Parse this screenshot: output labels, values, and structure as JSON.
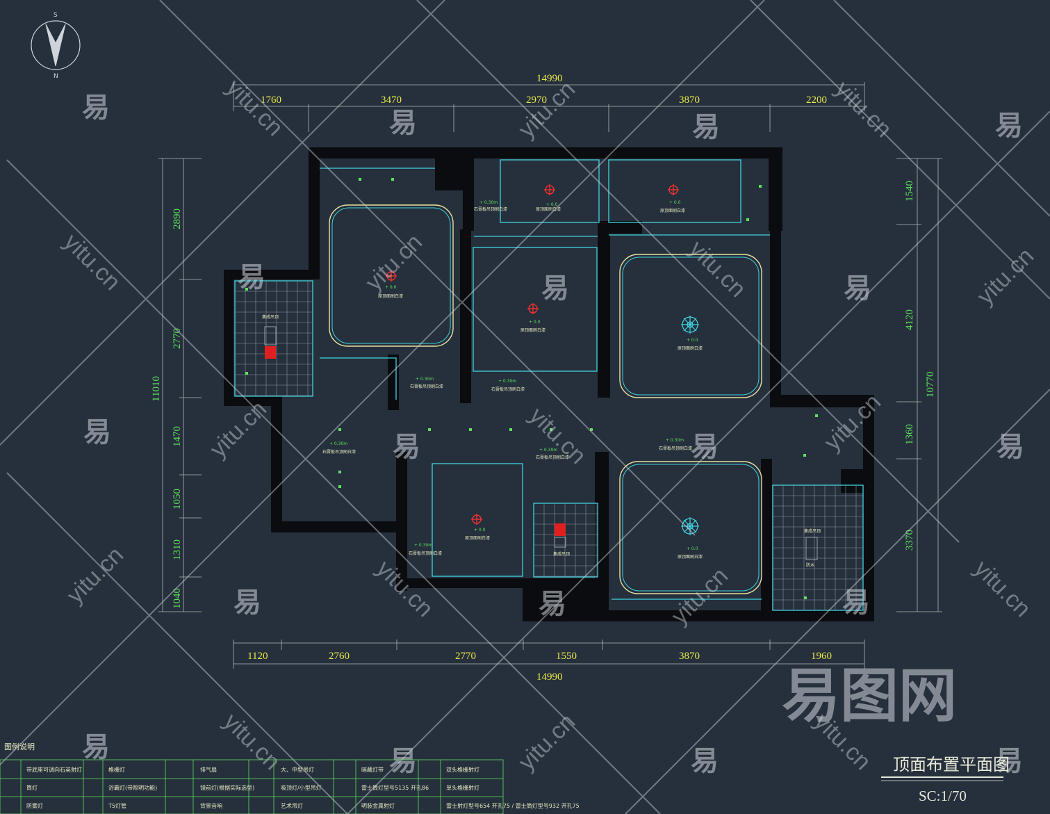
{
  "compass": {
    "north": "S",
    "south": "N"
  },
  "dimensions": {
    "top_total": "14990",
    "top": [
      "1760",
      "3470",
      "2970",
      "3870",
      "2200"
    ],
    "bottom": [
      "1120",
      "2760",
      "2770",
      "1550",
      "3870",
      "1960"
    ],
    "bottom_total": "14990",
    "left": [
      "2890",
      "2770",
      "1470",
      "1050",
      "1310",
      "1040"
    ],
    "left_total": "11010",
    "right": [
      "1540",
      "4120",
      "1360",
      "3370"
    ],
    "right_total": "10770"
  },
  "labels": {
    "heights": [
      "+ 0.30m",
      "+ 0.0",
      "+ 0.0",
      "+ 0.0",
      "+ 0.0",
      "+ 0.30m",
      "+ 0.30m",
      "+ 0.30m",
      "+ 0.30m",
      "+ 0.30m",
      "+ 0.0",
      "+ 0.0",
      "+ 0.30m",
      "+ 0.0"
    ],
    "room_notes": [
      "原顶面刷白漆",
      "原顶面刷白漆",
      "原顶面刷白漆",
      "原顶面刷白漆",
      "原顶面刷白漆",
      "原顶面刷白漆",
      "石膏板吊顶刷白漆",
      "石膏板吊顶刷白漆",
      "石膏板吊顶刷白漆",
      "石膏板吊顶刷白漆",
      "石膏板吊顶刷白漆",
      "石膏板吊顶刷白漆",
      "集成吊顶",
      "集成吊顶",
      "集成吊顶",
      "防水"
    ]
  },
  "watermarks": {
    "glyph": "易",
    "site": "yitu.cn",
    "brand": "易图网"
  },
  "legend": {
    "title": "图例说明",
    "rows": [
      [
        "带底座可调向石英射灯",
        "格栅灯",
        "排气扇",
        "大、中型吊灯",
        "暗藏灯带",
        "双头格栅射灯"
      ],
      [
        "筒灯",
        "浴霸灯(带照明功能)",
        "镜前灯(根据实际选型)",
        "吸顶灯/小型吊灯",
        "雷士筒灯型号5135 开孔86",
        "单头格栅射灯"
      ],
      [
        "防雾灯",
        "T5灯管",
        "背景音响",
        "艺术吊灯",
        "明装金属射灯",
        "雷士射灯型号654 开孔75 / 雷士筒灯型号932 开孔75"
      ]
    ]
  },
  "title": "顶面布置平面图",
  "scale": "SC:1/70"
}
